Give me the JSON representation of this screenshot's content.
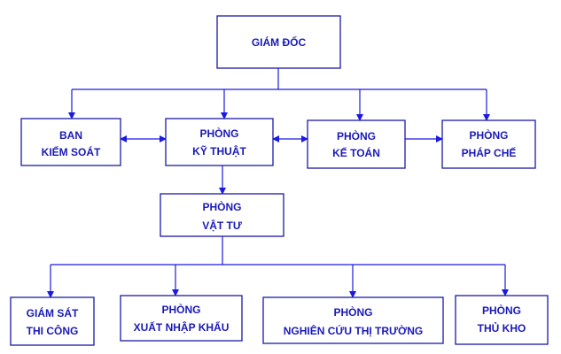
{
  "nodes": {
    "giam_doc": [
      "GIÁM ĐỐC"
    ],
    "ban_kiem_soat": [
      "BAN",
      "KIỂM SOÁT"
    ],
    "phong_ky_thuat": [
      "PHÒNG",
      "KỸ THUẬT"
    ],
    "phong_ke_toan": [
      "PHÒNG",
      "KẾ TOÁN"
    ],
    "phong_phap_che": [
      "PHÒNG",
      "PHÁP CHẾ"
    ],
    "phong_vat_tu": [
      "PHÒNG",
      "VẬT TƯ"
    ],
    "giam_sat_thi_cong": [
      "GIÁM SÁT",
      "THI CÔNG"
    ],
    "phong_xuat_nhap_khau": [
      "PHÒNG",
      "XUẤT NHẬP KHẨU"
    ],
    "phong_nghien_cuu": [
      "PHÒNG",
      "NGHIÊN CỨU THỊ TRƯỜNG"
    ],
    "phong_thu_kho": [
      "PHÒNG",
      "THỦ KHO"
    ]
  },
  "colors": {
    "box_border": "#1a1aa8",
    "line": "#1a1ae0",
    "text": "#1a1ab8"
  }
}
